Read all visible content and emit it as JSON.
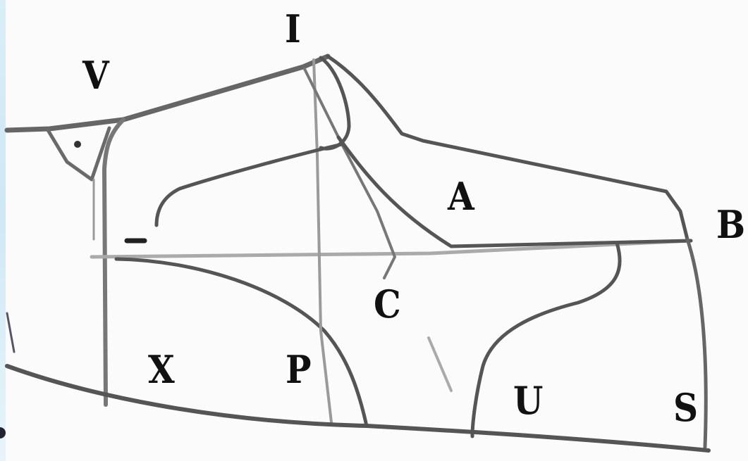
{
  "diagram": {
    "labels": {
      "I": "I",
      "V": "V",
      "A": "A",
      "B": "B",
      "C": "C",
      "X": "X",
      "P": "P",
      "U": "U",
      "S": "S"
    },
    "colors": {
      "background": "#fbfbfb",
      "line": "#5c5c5c",
      "light_line": "#a8a8a8",
      "label": "#111111",
      "left_edge": "#cfe8f5"
    }
  }
}
